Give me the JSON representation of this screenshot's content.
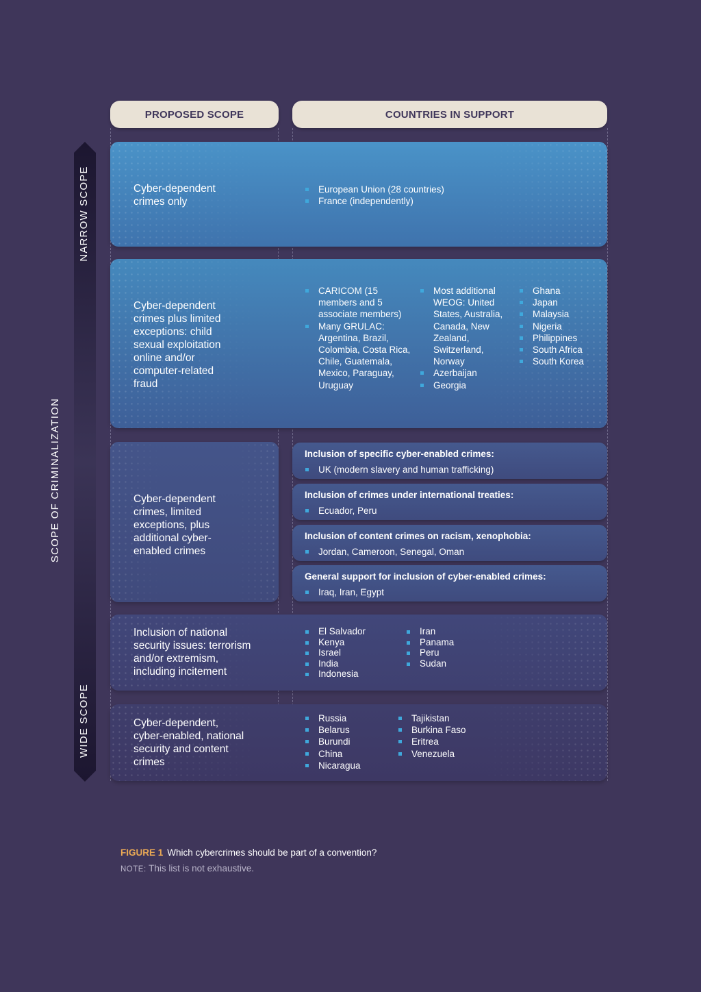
{
  "headers": {
    "proposed_scope": "PROPOSED SCOPE",
    "countries_in_support": "COUNTRIES IN SUPPORT"
  },
  "axis": {
    "main_label": "SCOPE OF CRIMINALIZATION",
    "narrow_label": "NARROW SCOPE",
    "wide_label": "WIDE SCOPE"
  },
  "rows": [
    {
      "scope": "Cyber-dependent crimes only",
      "countries": [
        "European Union (28 countries)",
        "France (independently)"
      ]
    },
    {
      "scope": "Cyber-dependent crimes plus limited exceptions: child sexual exploitation online and/or computer-related fraud",
      "col1": [
        "CARICOM (15 members and 5 associate members)",
        "Many GRULAC: Argentina, Brazil, Colombia, Costa Rica, Chile, Guatemala, Mexico, Paraguay, Uruguay"
      ],
      "col2": [
        "Most additional WEOG: United States, Australia, Canada, New Zealand, Switzerland, Norway",
        "Azerbaijan",
        "Georgia"
      ],
      "col3": [
        "Ghana",
        "Japan",
        "Malaysia",
        "Nigeria",
        "Philippines",
        "South Africa",
        "South Korea"
      ]
    },
    {
      "scope": "Cyber-dependent crimes, limited exceptions, plus additional cyber-enabled crimes",
      "groups": [
        {
          "title": "Inclusion of specific cyber-enabled crimes:",
          "countries": "UK (modern slavery and human trafficking)"
        },
        {
          "title": "Inclusion of crimes under international treaties:",
          "countries": "Ecuador, Peru"
        },
        {
          "title": "Inclusion of content crimes on racism, xenophobia:",
          "countries": "Jordan, Cameroon, Senegal, Oman"
        },
        {
          "title": "General support for inclusion of cyber-enabled crimes:",
          "countries": "Iraq, Iran, Egypt"
        }
      ]
    },
    {
      "scope": "Inclusion of national security issues: terrorism and/or extremism, including incitement",
      "col1": [
        "El Salvador",
        "Kenya",
        "Israel",
        "India",
        "Indonesia"
      ],
      "col2": [
        "Iran",
        "Panama",
        "Peru",
        "Sudan"
      ]
    },
    {
      "scope": "Cyber-dependent, cyber-enabled, national security and content crimes",
      "col1": [
        "Russia",
        "Belarus",
        "Burundi",
        "China",
        "Nicaragua"
      ],
      "col2": [
        "Tajikistan",
        "Burkina Faso",
        "Eritrea",
        "Venezuela"
      ]
    }
  ],
  "caption": {
    "figure_label": "FIGURE 1",
    "figure_text": "Which cybercrimes should be part of a convention?",
    "note_label": "NOTE:",
    "note_text": "This list is not exhaustive."
  },
  "colors": {
    "background": "#3f365a",
    "header_fill": "#e9e2d6",
    "bullet": "#3fa8dc",
    "caption_accent": "#e9a855"
  }
}
